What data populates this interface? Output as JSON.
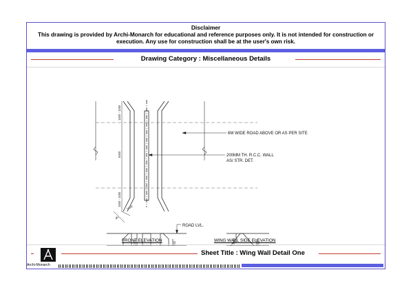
{
  "disclaimer": {
    "title": "Disclaimer",
    "body": "This drawing is provided by Archi-Monarch for educational and reference purposes only. It is not intended for construction or execution. Any use for construction shall be at the user's own risk."
  },
  "category": "Drawing Category : Miscellaneous Details",
  "sheet_title": "Sheet Title : Wing Wall Detail One",
  "brand": "Archi-Monarch",
  "drawing": {
    "labels": {
      "road_above": "6M WIDE ROAD ABOVE OR AS PER SITE",
      "wall_line1": "200MM TH. R.C.C. WALL",
      "wall_line2": "AS/  STR.  DET.",
      "road_lvl": "ROAD LVL.",
      "front_elevation": "FRONT ELEVATION",
      "side_elevation": "WING WALL SIDE ELEVATION"
    },
    "dimensions": {
      "top": "1000 - 1000",
      "middle": "6000",
      "bottom": "1000 - 1000",
      "bottom_diag": "1415",
      "bottom_45": "45",
      "front_h": "3200",
      "front_small": "750",
      "side_h": "1400",
      "side_small": "750"
    }
  },
  "colors": {
    "frame": "#5b4fc8",
    "accent_bar": "#5b5fe0",
    "rule": "#c0392b"
  }
}
